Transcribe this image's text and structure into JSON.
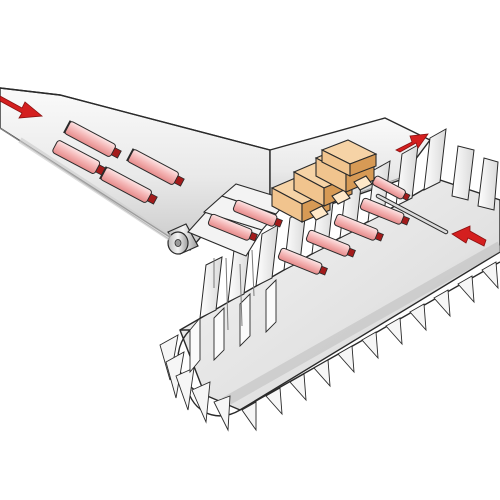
{
  "figure": {
    "kind": "illustration",
    "subject": "tube-packing-conveyor",
    "colors": {
      "background": "#ffffff",
      "line": "#2a2a2a",
      "belt_light": "#f1f1f1",
      "belt_shadow": "#bdbdbd",
      "tube": "#f7c9c9",
      "tube_cap": "#a31b1b",
      "carton": "#f1c48e",
      "carton_dark": "#d79a55",
      "arrow": "#d41f1f"
    },
    "elements": [
      {
        "name": "tube-infeed-conveyor",
        "type": "belt"
      },
      {
        "name": "bucket-chain-conveyor",
        "type": "belt-with-flights"
      },
      {
        "name": "carton-pusher-rod",
        "type": "rod"
      },
      {
        "name": "carton-group",
        "type": "cartons",
        "count": 4
      },
      {
        "name": "tube-group",
        "type": "tubes",
        "count": 10
      }
    ],
    "arrows": [
      {
        "name": "infeed-direction-arrow",
        "direction": "down-right"
      },
      {
        "name": "carton-outfeed-arrow",
        "direction": "up-right"
      },
      {
        "name": "pusher-direction-arrow",
        "direction": "left"
      }
    ]
  }
}
